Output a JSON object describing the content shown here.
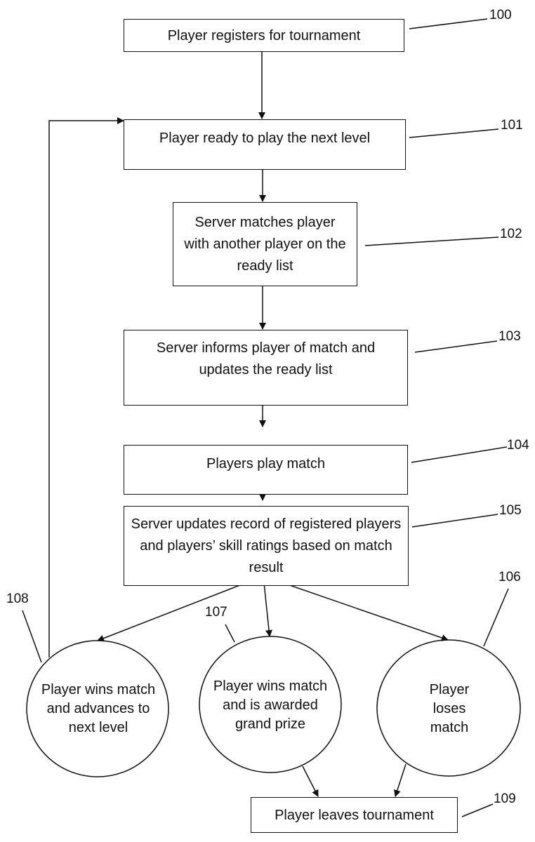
{
  "diagram": {
    "steps": [
      {
        "id": "100",
        "label": "Player registers for tournament"
      },
      {
        "id": "101",
        "label": "Player ready to play the next level"
      },
      {
        "id": "102",
        "label": "Server matches player with another player on the ready list"
      },
      {
        "id": "103",
        "label": "Server informs player of match and updates the ready list"
      },
      {
        "id": "104",
        "label": "Players play match"
      },
      {
        "id": "105",
        "label": "Server updates record of registered players and players’ skill ratings based on match result"
      },
      {
        "id": "109",
        "label": "Player leaves tournament"
      }
    ],
    "outcomes": [
      {
        "id": "108",
        "label": "Player wins match and advances to next level"
      },
      {
        "id": "107",
        "label": "Player wins match and is awarded grand prize"
      },
      {
        "id": "106",
        "label": "Player loses match"
      }
    ],
    "edges": [
      [
        "100",
        "101"
      ],
      [
        "101",
        "102"
      ],
      [
        "102",
        "103"
      ],
      [
        "103",
        "104"
      ],
      [
        "104",
        "105"
      ],
      [
        "105",
        "108"
      ],
      [
        "105",
        "107"
      ],
      [
        "105",
        "106"
      ],
      [
        "108",
        "101"
      ],
      [
        "107",
        "109"
      ],
      [
        "106",
        "109"
      ]
    ]
  }
}
